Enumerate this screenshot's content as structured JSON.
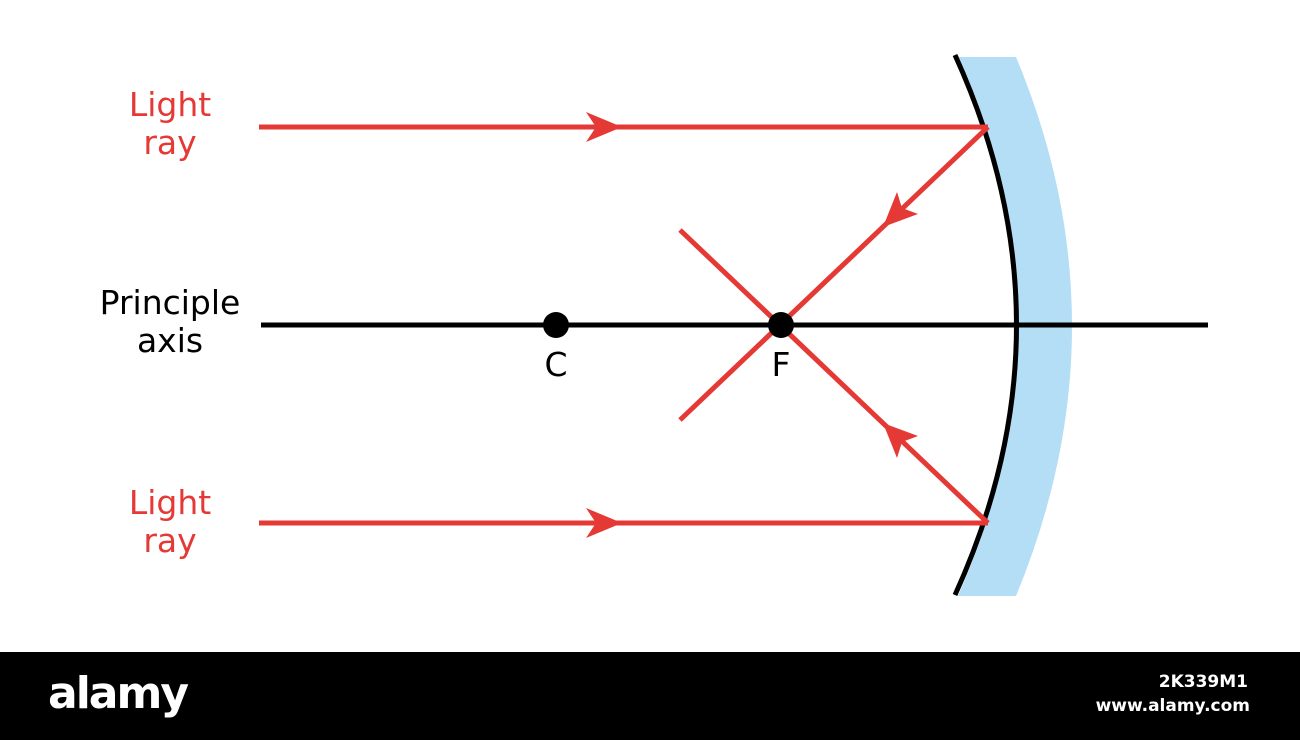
{
  "diagram": {
    "top_ray_label_line1": "Light",
    "top_ray_label_line2": "ray",
    "bottom_ray_label_line1": "Light",
    "bottom_ray_label_line2": "ray",
    "axis_label_line1": "Principle",
    "axis_label_line2": "axis",
    "center_point_label": "C",
    "focus_point_label": "F",
    "colors": {
      "ray": "#e53935",
      "axis": "#000000",
      "mirror_glass": "#b3def5",
      "mirror_surface": "#000000"
    }
  },
  "footer": {
    "logo_text": "alamy",
    "image_id": "2K339M1",
    "website": "www.alamy.com"
  }
}
